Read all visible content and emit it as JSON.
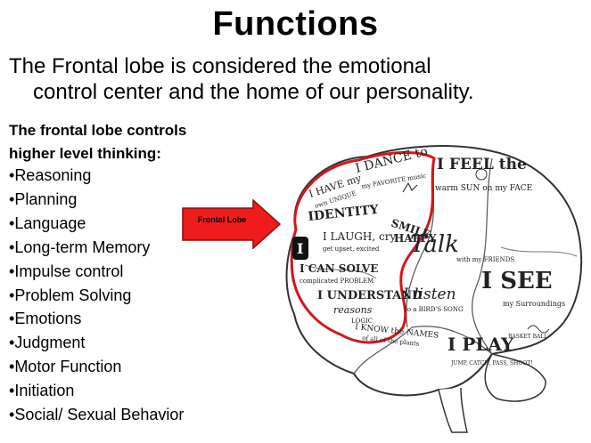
{
  "slide": {
    "title": "Functions",
    "intro_line1": "The Frontal lobe is considered the emotional",
    "intro_line2": "control center and the home of our personality.",
    "subhead_line1": "The frontal lobe controls",
    "subhead_line2": "higher level thinking:",
    "functions": [
      "Reasoning",
      "Planning",
      "Language",
      "Long-term Memory",
      "Impulse control",
      "Problem Solving",
      "Emotions",
      "Judgment",
      "Motor Function",
      "Initiation",
      "Social/ Sexual Behavior"
    ],
    "arrow_label": "Frontal Lobe"
  },
  "brain": {
    "words": {
      "dance": "I DANCE to",
      "favorite": "my FAVORITE music",
      "have": "I HAVE my",
      "unique": "own UNIQUE",
      "identity": "IDENTITY",
      "laugh": "I LAUGH, cry",
      "smile": "SMILE",
      "happy": "HAPPY",
      "excited": "get upset, excited",
      "i": "I",
      "solve": "I CAN SOLVE",
      "problem": "complicated PROBLEM",
      "understand": "I UNDERSTAND",
      "reasons": "reasons",
      "logic": "LOGIC",
      "feel": "I FEEL the",
      "sun": "warm SUN on my FACE",
      "talk": "Talk",
      "friends": "with my FRIENDS",
      "listen": "I listen",
      "bird": "to a BIRD'S SONG",
      "see": "I SEE",
      "surroundings": "my Surroundings",
      "know": "I KNOW the NAMES",
      "plants": "of all of the plants",
      "play": "I PLAY",
      "basket": "BASKET BALL",
      "jump": "JUMP, CATCH, PASS, SHOOT!"
    },
    "outline_color": "#d4161c",
    "arrow_color": "#ee1c1c"
  }
}
